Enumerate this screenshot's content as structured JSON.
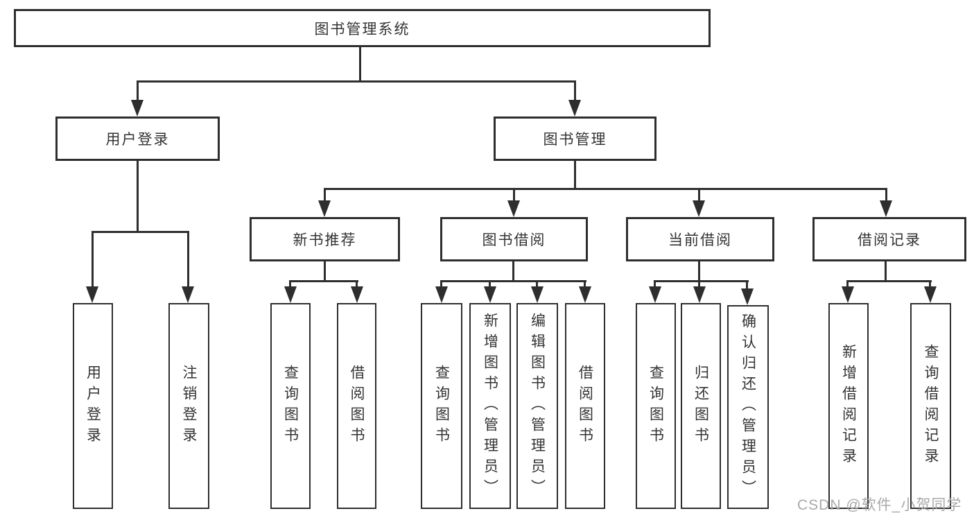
{
  "tree": {
    "label": "图书管理系统",
    "children": [
      {
        "label": "用户登录",
        "children": [
          {
            "label": "用户登录"
          },
          {
            "label": "注销登录"
          }
        ]
      },
      {
        "label": "图书管理",
        "children": [
          {
            "label": "新书推荐",
            "children": [
              {
                "label": "查询图书"
              },
              {
                "label": "借阅图书"
              }
            ]
          },
          {
            "label": "图书借阅",
            "children": [
              {
                "label": "查询图书"
              },
              {
                "label": "新增图书（管理员）"
              },
              {
                "label": "编辑图书（管理员）"
              },
              {
                "label": "借阅图书"
              }
            ]
          },
          {
            "label": "当前借阅",
            "children": [
              {
                "label": "查询图书"
              },
              {
                "label": "归还图书"
              },
              {
                "label": "确认归还（管理员）"
              }
            ]
          },
          {
            "label": "借阅记录",
            "children": [
              {
                "label": "新增借阅记录"
              },
              {
                "label": "查询借阅记录"
              }
            ]
          }
        ]
      }
    ]
  },
  "watermark": {
    "text": "CSDN @软件_小贺同学"
  },
  "colors": {
    "line": "#2e2e2e",
    "text": "#333333",
    "box_bg": "#ffffff",
    "page_bg": "#ffffff",
    "watermark": "#a9a9a9"
  }
}
